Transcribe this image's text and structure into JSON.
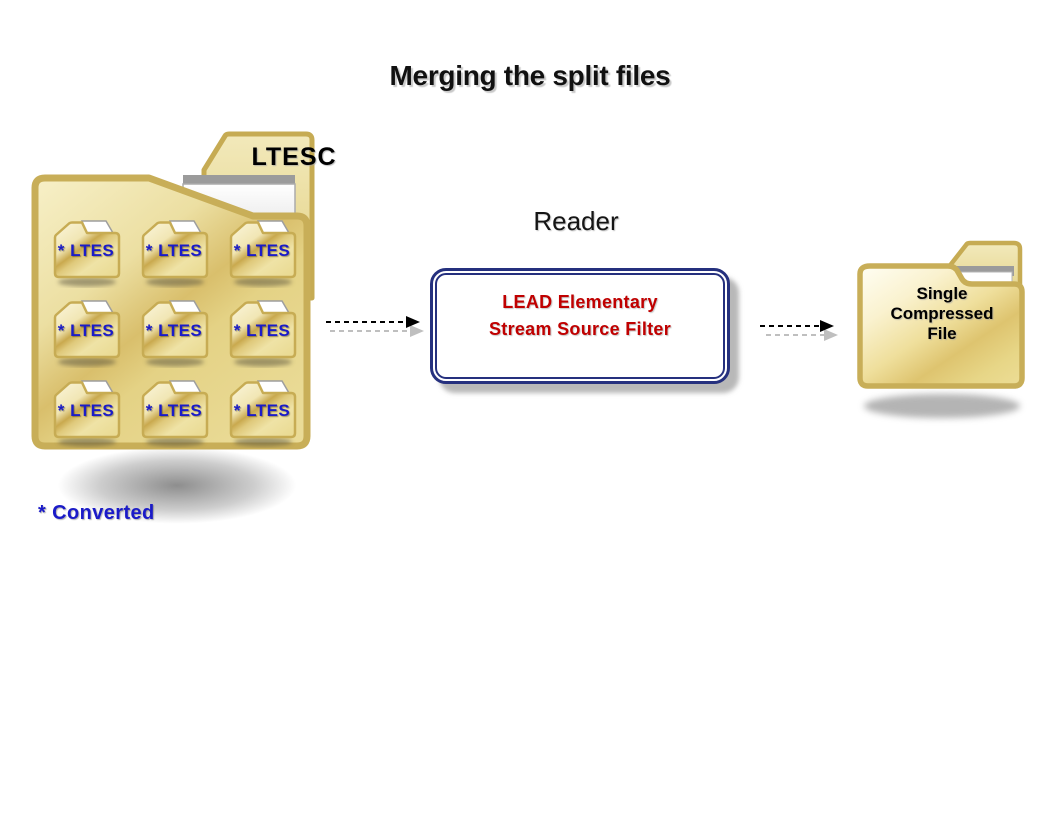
{
  "page": {
    "title": "Merging the split files"
  },
  "source": {
    "folder_label": "LTESC",
    "split_files": [
      {
        "label": "* LTES"
      },
      {
        "label": "* LTES"
      },
      {
        "label": "* LTES"
      },
      {
        "label": "* LTES"
      },
      {
        "label": "* LTES"
      },
      {
        "label": "* LTES"
      },
      {
        "label": "* LTES"
      },
      {
        "label": "* LTES"
      },
      {
        "label": "* LTES"
      }
    ],
    "footnote": "* Converted"
  },
  "reader": {
    "title": "Reader",
    "line1": "LEAD Elementary",
    "line2": "Stream Source Filter"
  },
  "output": {
    "lines": [
      "Single",
      "Compressed",
      "File"
    ]
  },
  "icons": {
    "flow_arrow": "dashed-arrow-right-icon",
    "source_folder": "open-folder-icon",
    "split_file": "folder-icon",
    "output_folder": "folder-icon"
  },
  "colors": {
    "folder_border_gold": "#C6AB53",
    "folder_body_cream": "#EFE3A8",
    "folder_dark_gold": "#C9A94E",
    "reader_border_navy": "#25307E",
    "reader_text_red": "#C00000",
    "label_blue": "#1B1BC8",
    "shadow_gray": "#7D7D7D",
    "background": "#FFFFFF"
  }
}
